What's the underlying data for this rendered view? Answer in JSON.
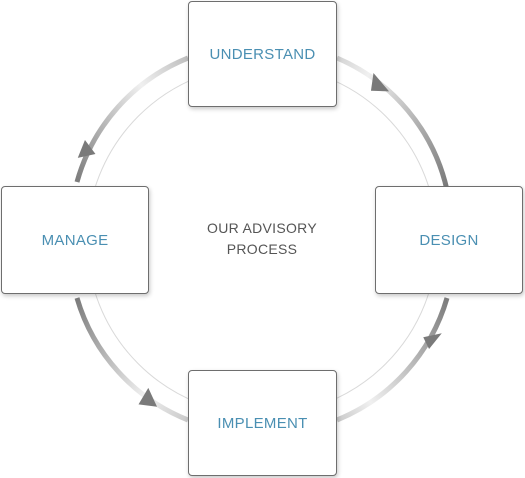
{
  "diagram": {
    "center_title": {
      "line1": "OUR ADVISORY",
      "line2": "PROCESS"
    },
    "steps": [
      {
        "label": "UNDERSTAND"
      },
      {
        "label": "DESIGN"
      },
      {
        "label": "IMPLEMENT"
      },
      {
        "label": "MANAGE"
      }
    ],
    "colors": {
      "label": "#4a8fb2",
      "center_text": "#555555",
      "box_border": "#6e6e6e",
      "inner_ring": "#d6d6d6",
      "arrow_dark": "#7a7a7a",
      "arrow_light": "#f2f2f2"
    }
  }
}
